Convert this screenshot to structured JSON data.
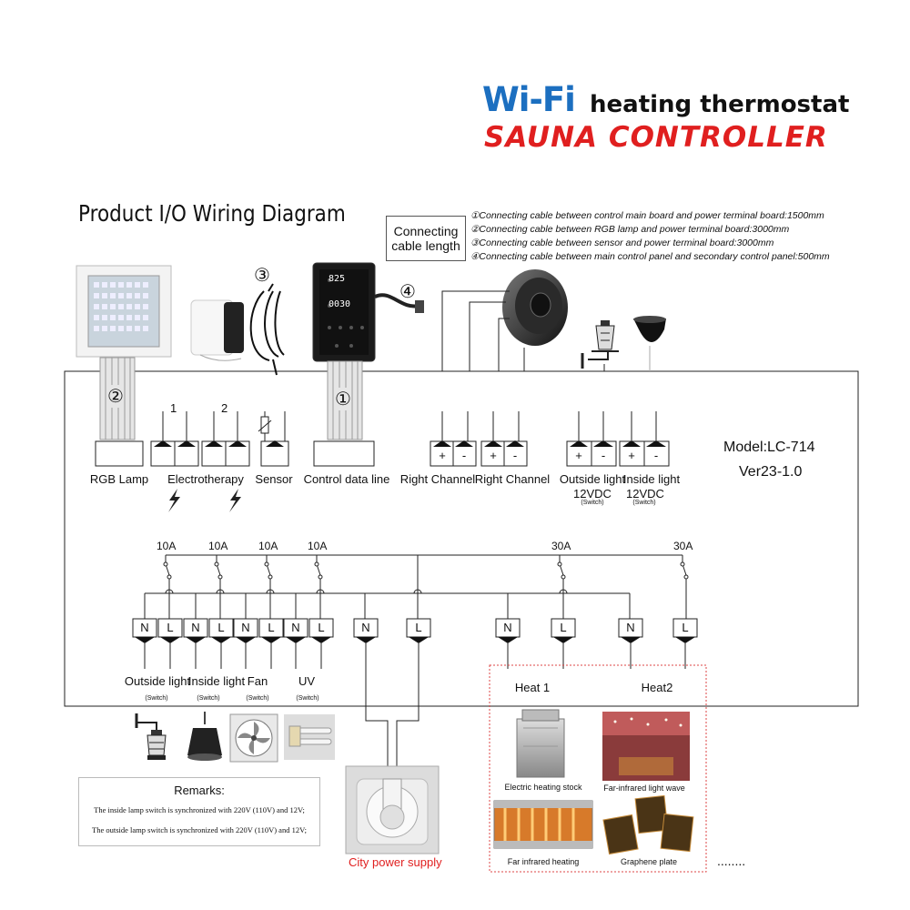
{
  "header": {
    "wifi": "Wi-Fi",
    "subtitle": "heating thermostat",
    "product": "SAUNA CONTROLLER"
  },
  "diagram_title": "Product I/O Wiring Diagram",
  "cable_length": {
    "box_label_1": "Connecting",
    "box_label_2": "cable length",
    "notes": [
      "①Connecting cable between control main board and power terminal board:1500mm",
      "②Connecting cable between RGB lamp and power terminal board:3000mm",
      "③Connecting cable between sensor and power terminal board:3000mm",
      "④Connecting cable between main control panel and secondary control panel:500mm"
    ]
  },
  "markers": {
    "m1": "①",
    "m2": "②",
    "m3": "③",
    "m4": "④"
  },
  "top_labels": {
    "rgb": "RGB Lamp",
    "electro": "Electrotherapy",
    "electro_1": "1",
    "electro_2": "2",
    "sensor": "Sensor",
    "control": "Control data line",
    "right1": "Right Channel",
    "right2": "Right Channel",
    "outside": "Outside light",
    "inside": "Inside light",
    "vdc1": "12VDC",
    "vdc2": "12VDC",
    "sw1": "(Switch)",
    "sw2": "(Switch)",
    "plus": "+",
    "minus": "-"
  },
  "model": {
    "name": "Model:LC-714",
    "version": "Ver23-1.0"
  },
  "panel": {
    "display_top": "825",
    "display_bottom": "0030"
  },
  "breakers": {
    "a1": "10A",
    "a2": "10A",
    "a3": "10A",
    "a4": "10A",
    "a5": "30A",
    "a6": "30A"
  },
  "terminals": {
    "n": "N",
    "l": "L"
  },
  "bottom_labels": {
    "outside": "Outside light",
    "inside": "Inside light",
    "fan": "Fan",
    "uv": "UV",
    "sw": "(Switch)",
    "heat1": "Heat 1",
    "heat2": "Heat2"
  },
  "heaters": {
    "h1": "Electric heating stock",
    "h2": "Far-infrared light wave",
    "h3": "Far infrared heating",
    "h4": "Graphene plate",
    "more": "........"
  },
  "remarks": {
    "title": "Remarks:",
    "line1": "The inside lamp switch is synchronized with 220V (110V) and 12V;",
    "line2": "The outside lamp switch is synchronized with 220V (110V) and 12V;"
  },
  "city": "City power supply",
  "colors": {
    "accent_blue": "#1c6fc0",
    "accent_red": "#e01f1f"
  }
}
